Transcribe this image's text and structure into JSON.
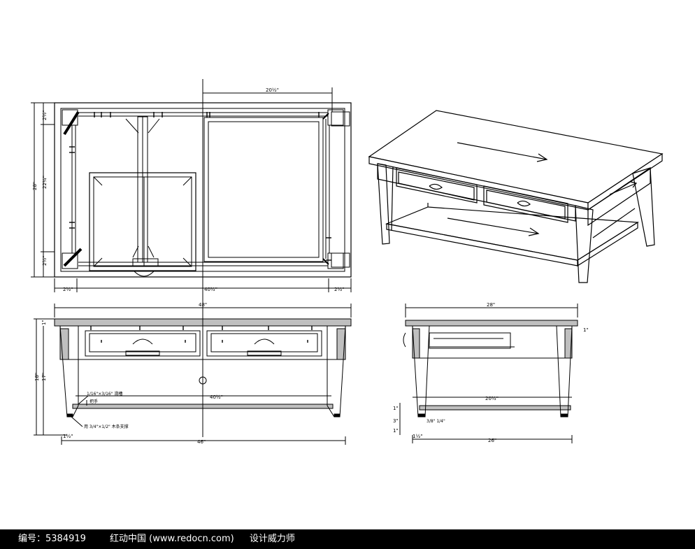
{
  "dimensions": {
    "top_span": "20½\"",
    "top_depth": "28\"",
    "top_inner": "22¼\"",
    "top_edge_a": "2½\"",
    "top_edge_b": "2½\"",
    "bottom_left": "2½\"",
    "bottom_center": "40½\"",
    "bottom_right": "2½\"",
    "front_overall": "48\"",
    "front_height": "18\"",
    "front_leg_height": "17\"",
    "front_top_thk": "1\"",
    "front_shelf": "40½\"",
    "front_base": "46\"",
    "front_foot": "1½\"",
    "side_overall": "28\"",
    "side_shelf": "20½\"",
    "side_base": "26\"",
    "side_edge": "1\"",
    "side_small_a": "1\"",
    "side_small_b": "3\"",
    "side_small_c": "1\"",
    "side_foot": "1½\""
  },
  "notes": {
    "note_a": "1/16\"×3/16\" 滑槽",
    "note_b": "把手",
    "note_c": "用 3/4\"×1/2\" 木条支撑",
    "note_d": "3/8\" 1/4\""
  },
  "footer": {
    "label": "编号：5384919",
    "site": "红动中国 (www.redocn.com)",
    "slogan": "设计威力师"
  }
}
